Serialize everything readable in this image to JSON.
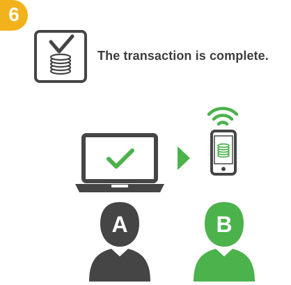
{
  "step": {
    "number": "6",
    "color": "#f2b21c"
  },
  "status": {
    "text": "The transaction is complete.",
    "icon": "coin-stack-check-icon"
  },
  "devices": {
    "laptop_icon": "laptop-check-icon",
    "arrow_icon": "arrow-right-icon",
    "phone_icon": "phone-coins-icon",
    "wifi_icon": "wifi-icon"
  },
  "parties": {
    "a": {
      "label": "A",
      "color": "#454545"
    },
    "b": {
      "label": "B",
      "color": "#4cb24c"
    }
  },
  "colors": {
    "dark": "#454545",
    "green": "#4cb24c",
    "accent": "#f2b21c"
  }
}
